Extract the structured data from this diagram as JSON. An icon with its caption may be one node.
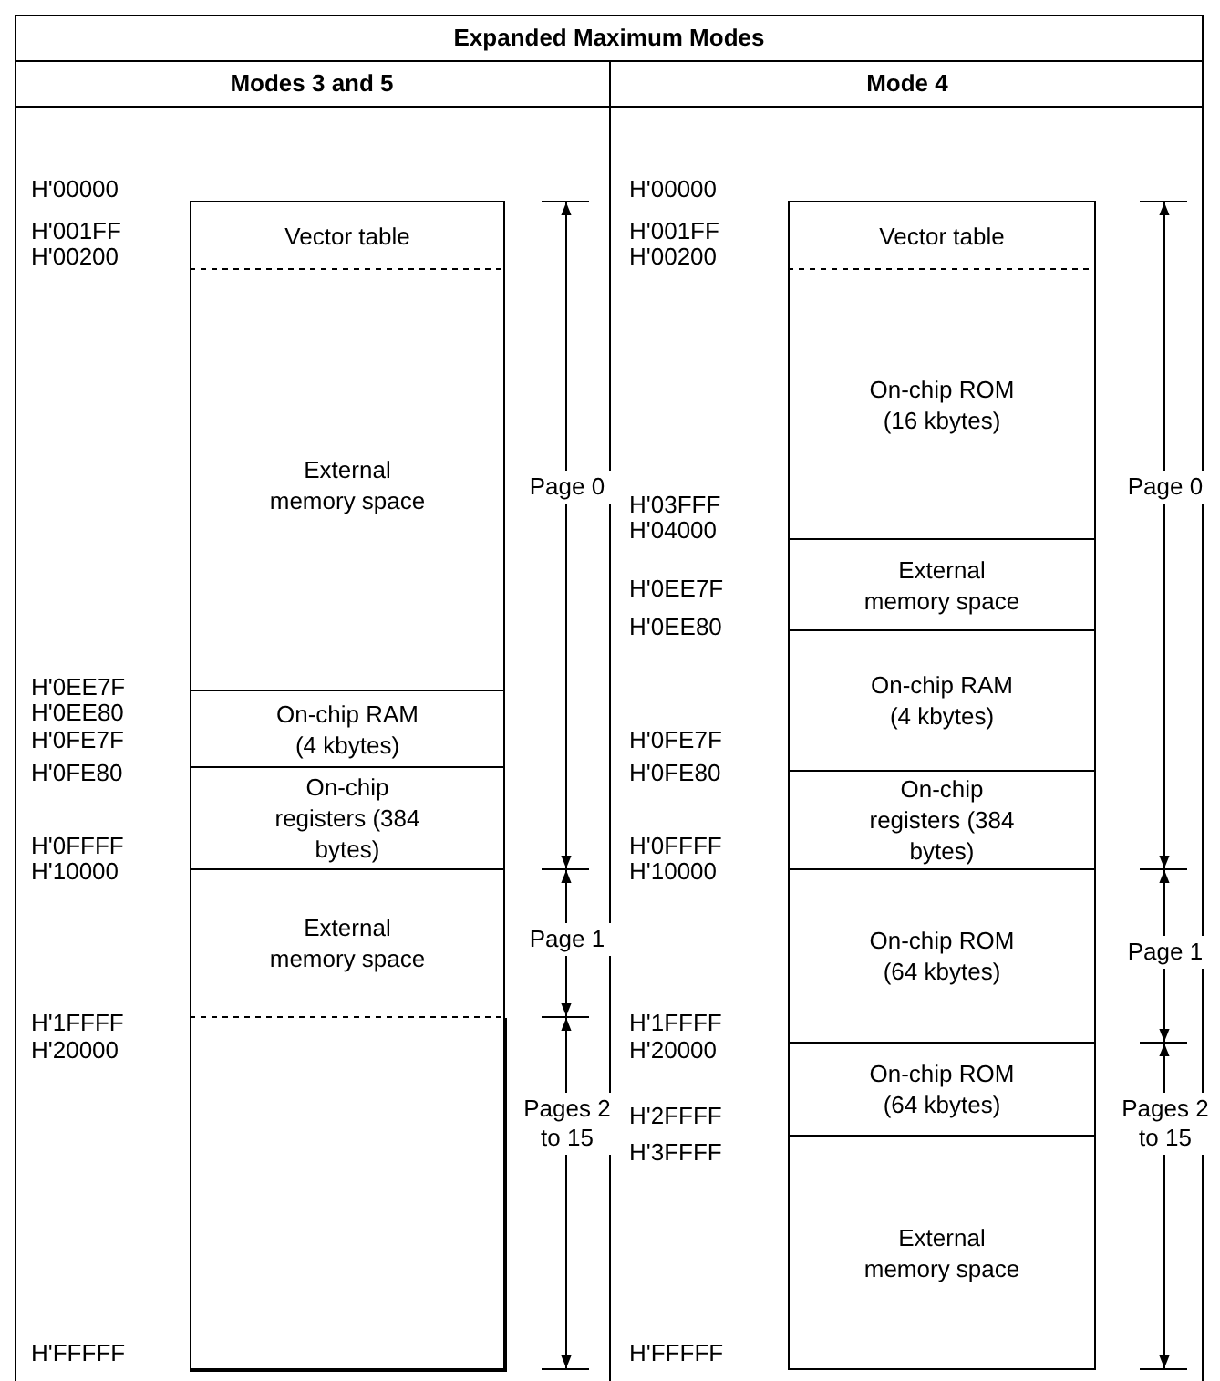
{
  "diagram": {
    "title": "Expanded Maximum Modes",
    "nodes": [
      {
        "text": [
          "Vector table"
        ]
      },
      {
        "text": [
          "External memory space"
        ]
      },
      {
        "text": [
          "On-chip RAM (4 kbytes)"
        ]
      },
      {
        "text": [
          "On-chip registers (384 bytes)"
        ]
      },
      {
        "text": [
          "External memory space"
        ]
      },
      {
        "text": [],
        "shape": "box"
      },
      {
        "text": [
          "Vector table"
        ]
      },
      {
        "text": [
          "On-chip ROM (16 kbytes)"
        ]
      },
      {
        "text": [
          "External memory space"
        ]
      },
      {
        "text": [
          "On-chip RAM (4 kbytes)"
        ]
      },
      {
        "text": [
          "On-chip registers (384 bytes)"
        ]
      },
      {
        "text": [
          "On-chip ROM (64 kbytes)"
        ]
      },
      {
        "text": [
          "On-chip ROM (64 kbytes)"
        ]
      },
      {
        "text": [
          "External memory space"
        ]
      }
    ],
    "labels": [
      "Modes 3 and 5",
      "Mode 4",
      "H'00000",
      "H'001FF",
      "H'00200",
      "H'0EE7F",
      "H'0EE80",
      "H'0FE7F",
      "H'0FE80",
      "H'0FFFF",
      "H'10000",
      "H'1FFFF",
      "H'20000",
      "H'FFFFF",
      "Page 0",
      "Page 1",
      "Pages 2 to 15",
      "H'00000",
      "H'001FF",
      "H'00200",
      "H'03FFF",
      "H'04000",
      "H'0EE7F",
      "H'0EE80",
      "H'0FE7F",
      "H'0FE80",
      "H'0FFFF",
      "H'10000",
      "H'1FFFF",
      "H'20000",
      "H'2FFFF",
      "H'3FFFF",
      "H'FFFFF",
      "Page 0",
      "Page 1",
      "Pages 2 to 15"
    ]
  }
}
